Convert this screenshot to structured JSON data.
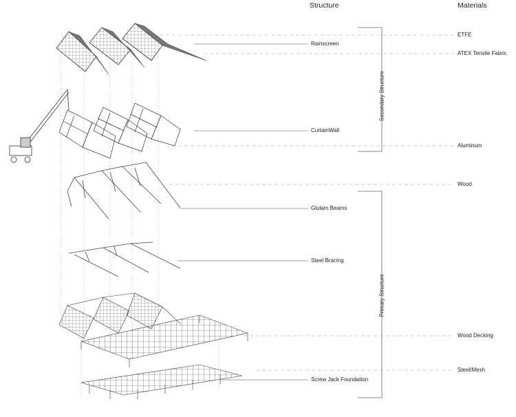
{
  "headers": {
    "structure": "Structure",
    "materials": "Materials"
  },
  "structure_labels": {
    "rainscreen": "Rainscreen",
    "curtainwall": "CurtainWall",
    "glulam": "Glulam Beams",
    "steel_bracing": "Steel Bracing",
    "screw_jack": "Screw Jack Foundation"
  },
  "groups": {
    "secondary": "Secondary Structure",
    "primary": "Primary Structure"
  },
  "materials": {
    "etfe": "ETFE",
    "atex": "ATEX Tensile Fabric",
    "aluminum": "Aluminum",
    "wood": "Wood",
    "wood_decking": "Wood Decking",
    "steel_mesh": "Steel/Mesh"
  }
}
